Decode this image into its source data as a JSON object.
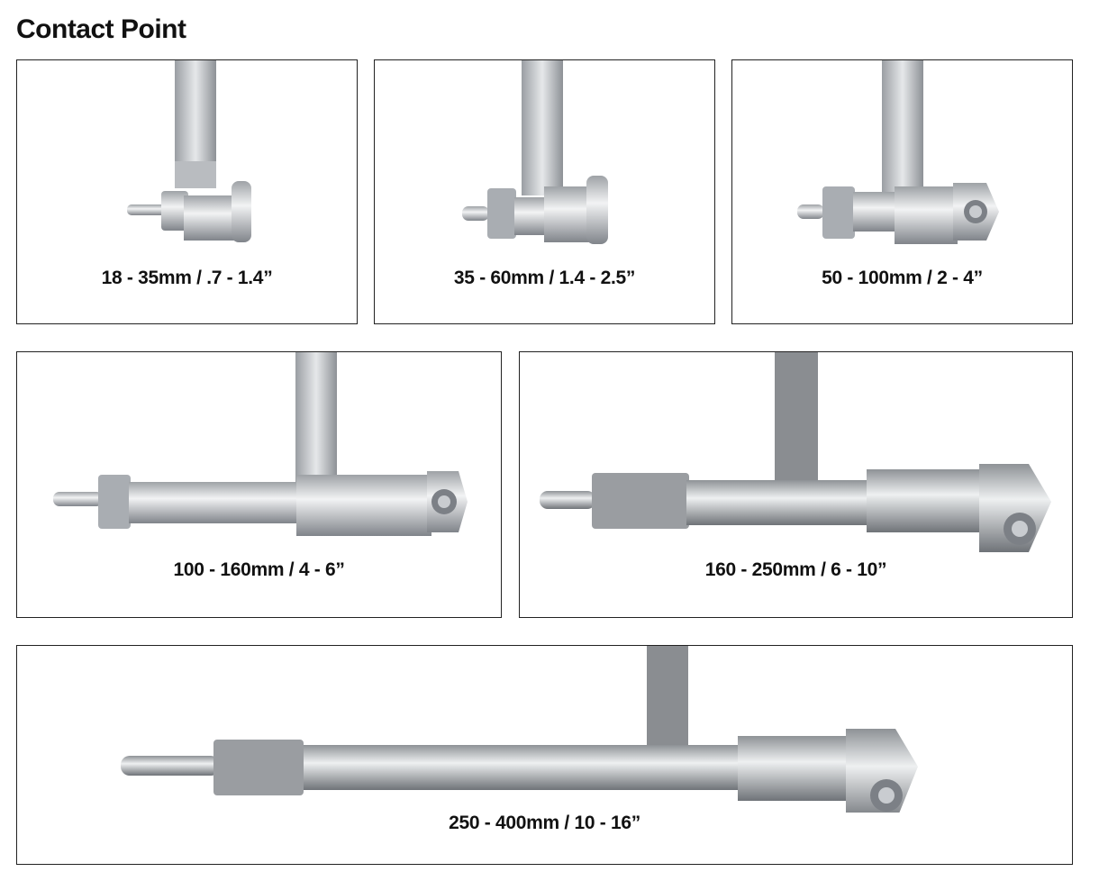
{
  "page": {
    "title": "Contact  Point"
  },
  "panels": [
    {
      "caption": "18 - 35mm / .7 - 1.4”",
      "image": "contact-point-18-35mm-photo"
    },
    {
      "caption": "35 - 60mm / 1.4 - 2.5”",
      "image": "contact-point-35-60mm-photo"
    },
    {
      "caption": "50 - 100mm / 2 - 4”",
      "image": "contact-point-50-100mm-photo"
    },
    {
      "caption": "100 - 160mm / 4 - 6”",
      "image": "contact-point-100-160mm-photo"
    },
    {
      "caption": "160 - 250mm / 6 - 10”",
      "image": "contact-point-160-250mm-photo"
    },
    {
      "caption": "250 - 400mm / 10 - 16”",
      "image": "contact-point-250-400mm-photo"
    }
  ]
}
